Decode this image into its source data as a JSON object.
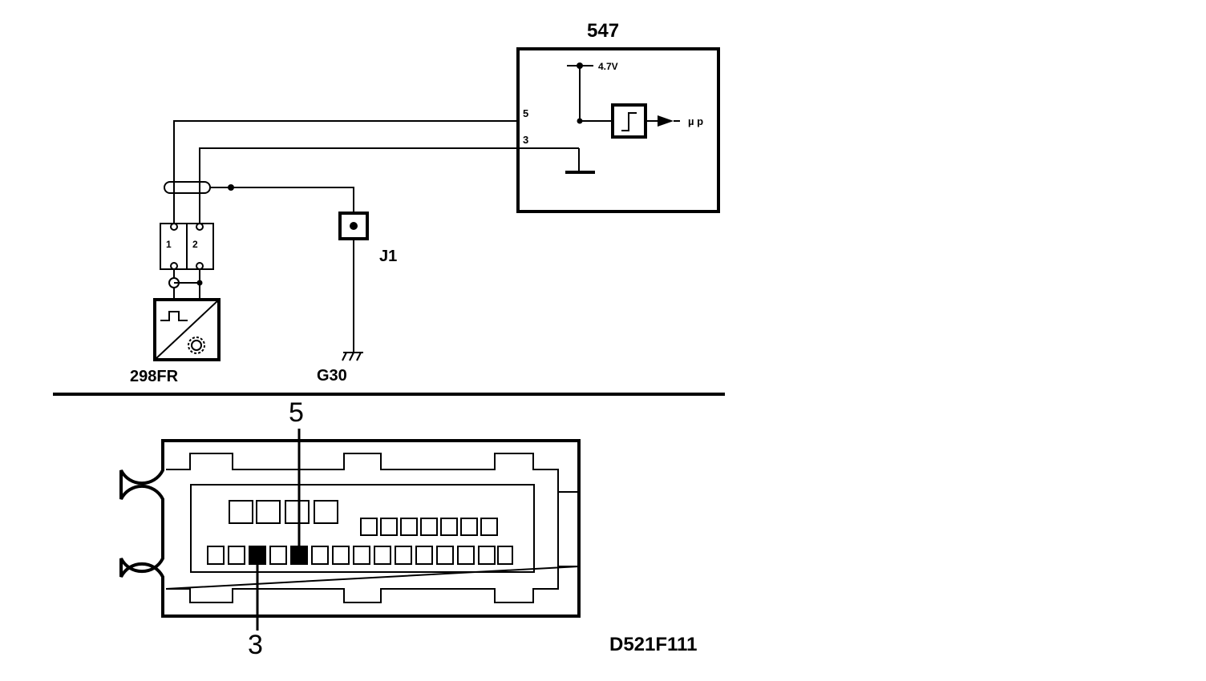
{
  "labels": {
    "ecu": "547",
    "voltage": "4.7V",
    "pin5": "5",
    "pin3": "3",
    "micro": "µ p",
    "jumper": "J1",
    "sensor": "298FR",
    "ground": "G30",
    "conn_pin1": "1",
    "conn_pin2": "2",
    "callout5": "5",
    "callout3": "3",
    "ref": "D521F111"
  },
  "icons": {
    "sensor": "hall-effect-sensor-icon",
    "ground": "ground-symbol-icon",
    "trigger": "schmitt-trigger-icon"
  }
}
